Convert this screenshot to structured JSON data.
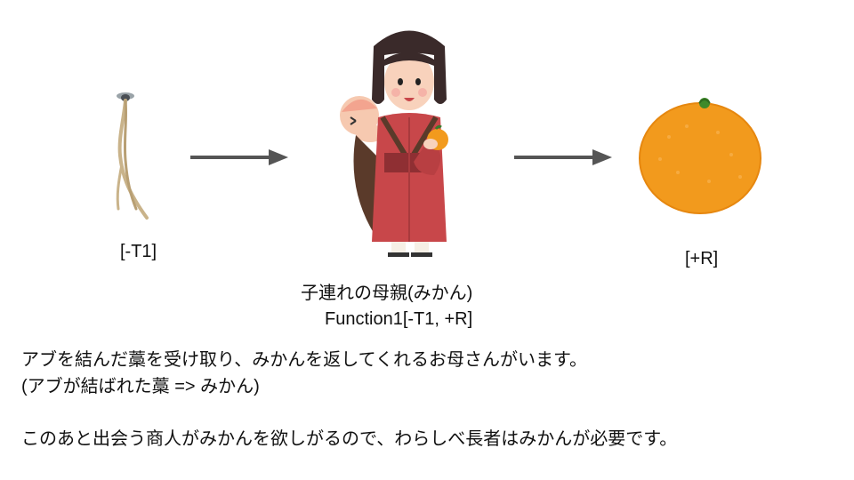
{
  "diagram": {
    "input_label": "[-T1]",
    "output_label": "[+R]",
    "function_title": "子連れの母親(みかん)",
    "function_signature": "Function1[-T1, +R]",
    "description_line1": "アブを結んだ藁を受け取り、みかんを返してくれるお母さんがいます。",
    "description_line2": "(アブが結ばれた藁 => みかん)",
    "description_line3": "このあと出会う商人がみかんを欲しがるので、わらしべ長者はみかんが必要です。"
  },
  "colors": {
    "arrow": "#555555",
    "straw": "#c9b38a",
    "kimono": "#c8474a",
    "orange": "#f29a1d"
  }
}
